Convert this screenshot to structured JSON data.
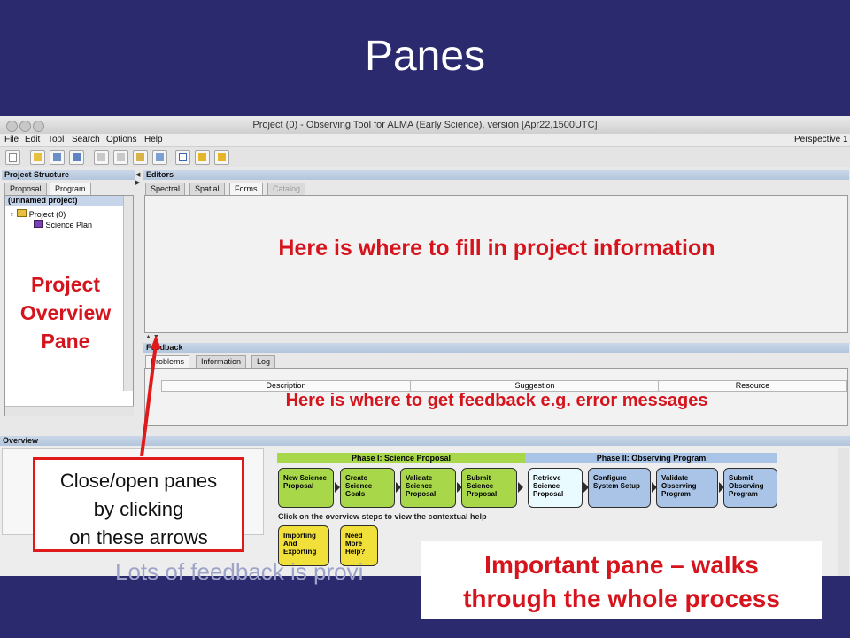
{
  "slide": {
    "title": "Panes",
    "bottom_text": "Lots of feedback is provi"
  },
  "window": {
    "title": "Project (0) - Observing Tool for ALMA (Early Science), version [Apr22,1500UTC]",
    "menu": [
      "File",
      "Edit",
      "Tool",
      "Search",
      "Options",
      "Help"
    ],
    "perspective": "Perspective 1"
  },
  "project_structure": {
    "title": "Project Structure",
    "tabs": [
      "Proposal",
      "Program"
    ],
    "active_tab": "Program",
    "selected_row": "(unnamed project)",
    "tree": [
      "Project (0)",
      "Science Plan"
    ]
  },
  "editors": {
    "title": "Editors",
    "tabs": [
      "Spectral",
      "Spatial",
      "Forms",
      "Catalog"
    ]
  },
  "feedback": {
    "title": "Feedback",
    "tabs": [
      "Problems",
      "Information",
      "Log"
    ],
    "columns": [
      "Description",
      "Suggestion",
      "Resource"
    ]
  },
  "overview": {
    "title": "Overview",
    "phase1_label": "Phase I: Science Proposal",
    "phase2_label": "Phase II: Observing Program",
    "phase1_steps": [
      "New Science Proposal",
      "Create Science Goals",
      "Validate Science Proposal",
      "Submit Science Proposal"
    ],
    "phase2_steps": [
      "Retrieve Science Proposal",
      "Configure System Setup",
      "Validate Observing Program",
      "Submit Observing Program"
    ],
    "hint": "Click on the overview steps to view the contextual help",
    "help_steps": [
      "Importing And Exporting",
      "Need More Help?"
    ]
  },
  "annotations": {
    "editors": "Here is where to fill in project information",
    "feedback": "Here is where to get feedback e.g. error messages",
    "project_line1": "Project",
    "project_line2": "Overview",
    "project_line3": "Pane",
    "arrows_line1": "Close/open panes",
    "arrows_line2": "by clicking",
    "arrows_line3": "on these arrows",
    "overview_line1": "Important pane – walks",
    "overview_line2": "through the whole process"
  },
  "colors": {
    "slide_bg": "#2b2a6e",
    "annotation_red": "#d5141d",
    "phase1_green": "#a8d84a",
    "phase2_blue": "#a9c4e6",
    "help_yellow": "#f2e03a",
    "pane_header": "#b3c5dc"
  }
}
